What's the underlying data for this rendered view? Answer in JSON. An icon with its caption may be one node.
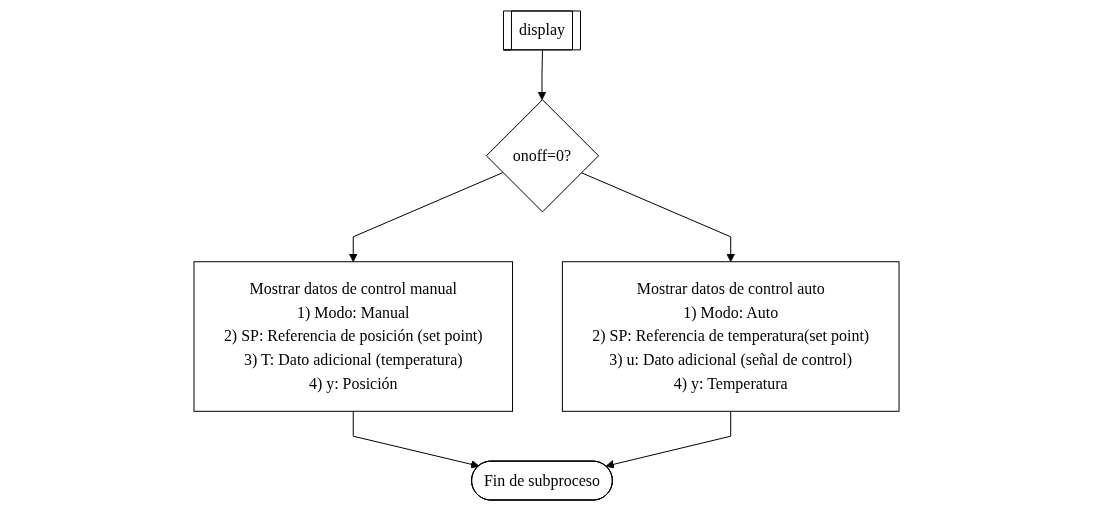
{
  "diagram": {
    "nodes": [
      {
        "text": [
          "display"
        ]
      },
      {
        "text": [
          "onoff=0?"
        ]
      },
      {
        "text": [
          "Mostrar datos de control manual",
          "1) Modo: Manual",
          "2) SP: Referencia de posición (set point)",
          "3) T: Dato adicional (temperatura)",
          "4) y: Posición"
        ]
      },
      {
        "text": [
          "Mostrar datos de control auto",
          "1) Modo: Auto",
          "2) SP: Referencia de temperatura(set point)",
          "3) u: Dato adicional (señal de control)",
          "4) y: Temperatura"
        ]
      },
      {
        "text": [
          "Fin de subproceso"
        ]
      }
    ],
    "edges": [
      {
        "from": 0,
        "to": 1,
        "arrow": "to"
      },
      {
        "from": 1,
        "to": 2,
        "arrow": "to"
      },
      {
        "from": 1,
        "to": 3,
        "arrow": "to"
      },
      {
        "from": 2,
        "to": 4,
        "arrow": "to"
      },
      {
        "from": 3,
        "to": 4,
        "arrow": "to"
      }
    ]
  }
}
